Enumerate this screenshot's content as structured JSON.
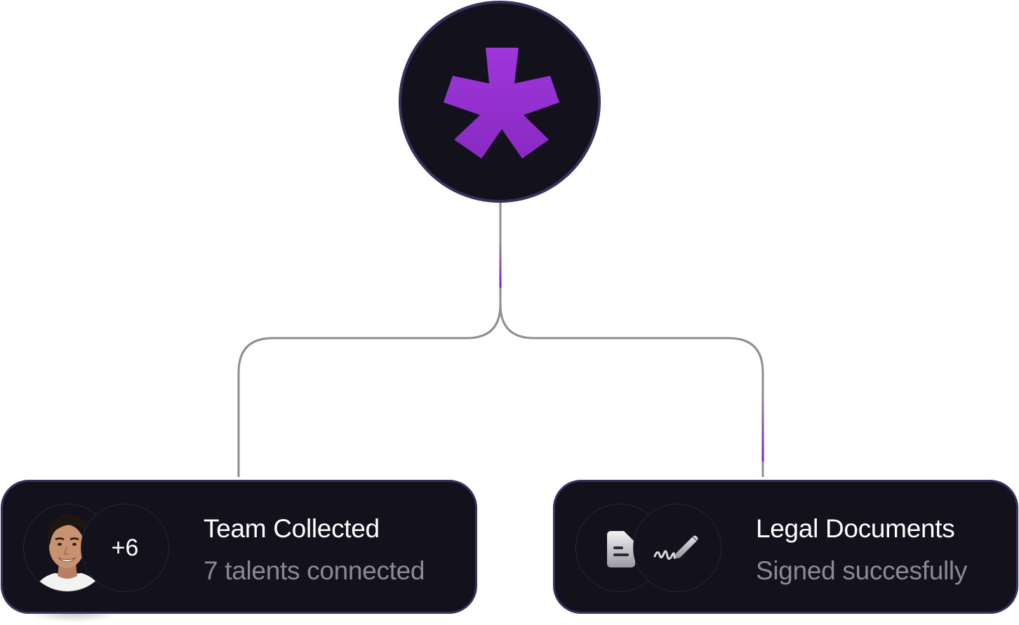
{
  "hub": {
    "icon": "asterisk-icon",
    "colors": {
      "fill": "#13111c",
      "border": "#3c2f60",
      "accent": "#9b35d6"
    }
  },
  "connectors": {
    "stroke": "#8e8e92",
    "accent": "#7a19c9"
  },
  "cards": {
    "team": {
      "title": "Team Collected",
      "subtitle": "7 talents connected",
      "avatar_icon": "person-avatar",
      "count_label": "+6"
    },
    "legal": {
      "title": "Legal Documents",
      "subtitle": "Signed succesfully",
      "doc_icon": "document-icon",
      "sign_icon": "signature-pen-icon"
    }
  },
  "colors": {
    "card_bg": "#13111c",
    "card_border": "#3c2f60",
    "title_text": "#ffffff",
    "subtitle_text": "#8c8997"
  }
}
